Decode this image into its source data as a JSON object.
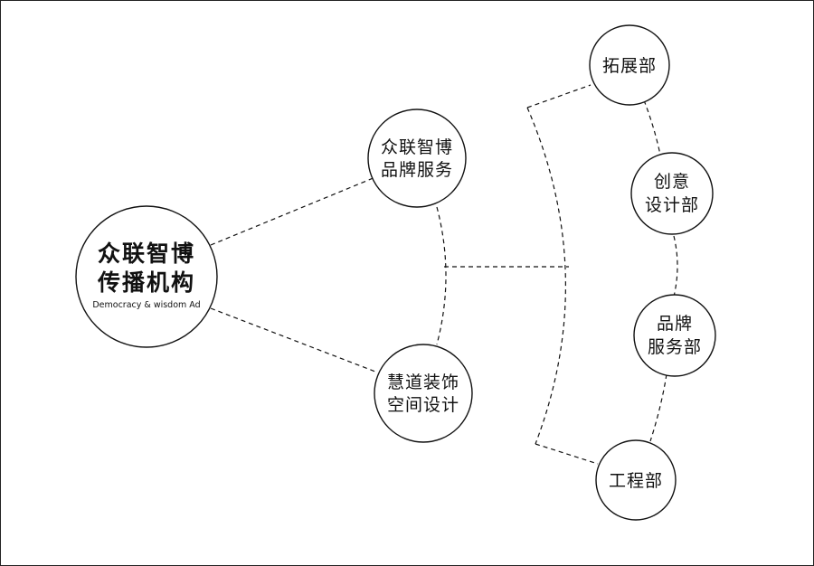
{
  "root": {
    "line1": "众联智博",
    "line2": "传播机构",
    "subtitle": "Democracy & wisdom  Ad"
  },
  "branches": [
    {
      "line1": "众联智博",
      "line2": "品牌服务"
    },
    {
      "line1": "慧道装饰",
      "line2": "空间设计"
    }
  ],
  "departments": [
    {
      "line1": "拓展部"
    },
    {
      "line1": "创意",
      "line2": "设计部"
    },
    {
      "line1": "品牌",
      "line2": "服务部"
    },
    {
      "line1": "工程部"
    }
  ]
}
